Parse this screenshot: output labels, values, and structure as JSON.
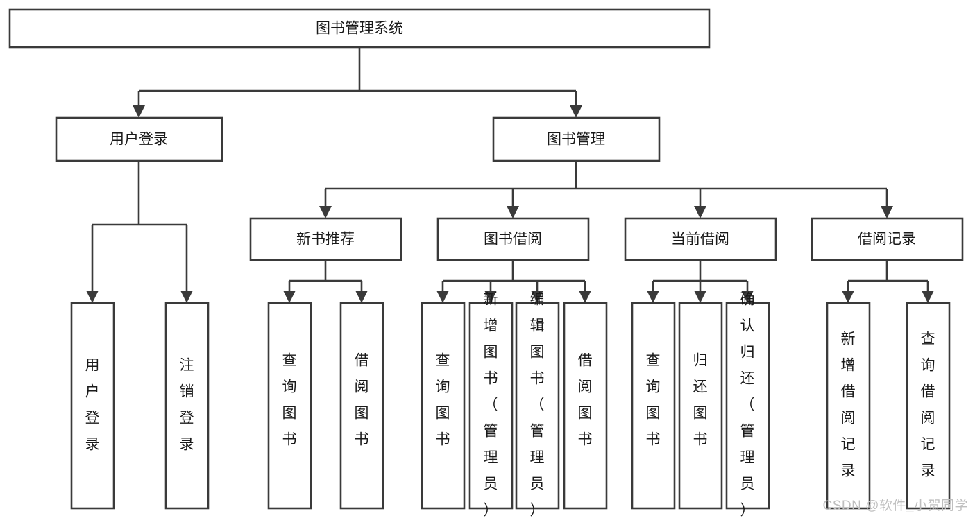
{
  "diagram": {
    "type": "tree-hierarchy",
    "title": "图书管理系统",
    "orientation": "top-down",
    "colors": {
      "box_stroke": "#3a3a3a",
      "box_fill": "#ffffff",
      "connector": "#3a3a3a",
      "text": "#1a1a1a",
      "watermark": "#bfbfbf",
      "background": "#ffffff"
    },
    "root": {
      "id": "root",
      "label": "图书管理系统"
    },
    "level2": [
      {
        "id": "user-login",
        "label": "用户登录"
      },
      {
        "id": "book-manage",
        "label": "图书管理"
      }
    ],
    "level3": [
      {
        "id": "new-book-rec",
        "label": "新书推荐",
        "parent": "book-manage"
      },
      {
        "id": "book-borrow",
        "label": "图书借阅",
        "parent": "book-manage"
      },
      {
        "id": "current-borrow",
        "label": "当前借阅",
        "parent": "book-manage"
      },
      {
        "id": "borrow-record",
        "label": "借阅记录",
        "parent": "book-manage"
      }
    ],
    "leaves": {
      "user-login": [
        {
          "id": "leaf-user-login",
          "label": "用户登录"
        },
        {
          "id": "leaf-logout",
          "label": "注销登录"
        }
      ],
      "new-book-rec": [
        {
          "id": "leaf-query-book-1",
          "label": "查询图书"
        },
        {
          "id": "leaf-borrow-book-1",
          "label": "借阅图书"
        }
      ],
      "book-borrow": [
        {
          "id": "leaf-query-book-2",
          "label": "查询图书"
        },
        {
          "id": "leaf-add-book",
          "label": "新增图书（管理员）"
        },
        {
          "id": "leaf-edit-book",
          "label": "编辑图书（管理员）"
        },
        {
          "id": "leaf-borrow-book-2",
          "label": "借阅图书"
        }
      ],
      "current-borrow": [
        {
          "id": "leaf-query-book-3",
          "label": "查询图书"
        },
        {
          "id": "leaf-return-book",
          "label": "归还图书"
        },
        {
          "id": "leaf-confirm-return",
          "label": "确认归还（管理员）"
        }
      ],
      "borrow-record": [
        {
          "id": "leaf-add-record",
          "label": "新增借阅记录"
        },
        {
          "id": "leaf-query-record",
          "label": "查询借阅记录"
        }
      ]
    }
  },
  "watermark": {
    "text": "CSDN @软件_小贺同学"
  }
}
